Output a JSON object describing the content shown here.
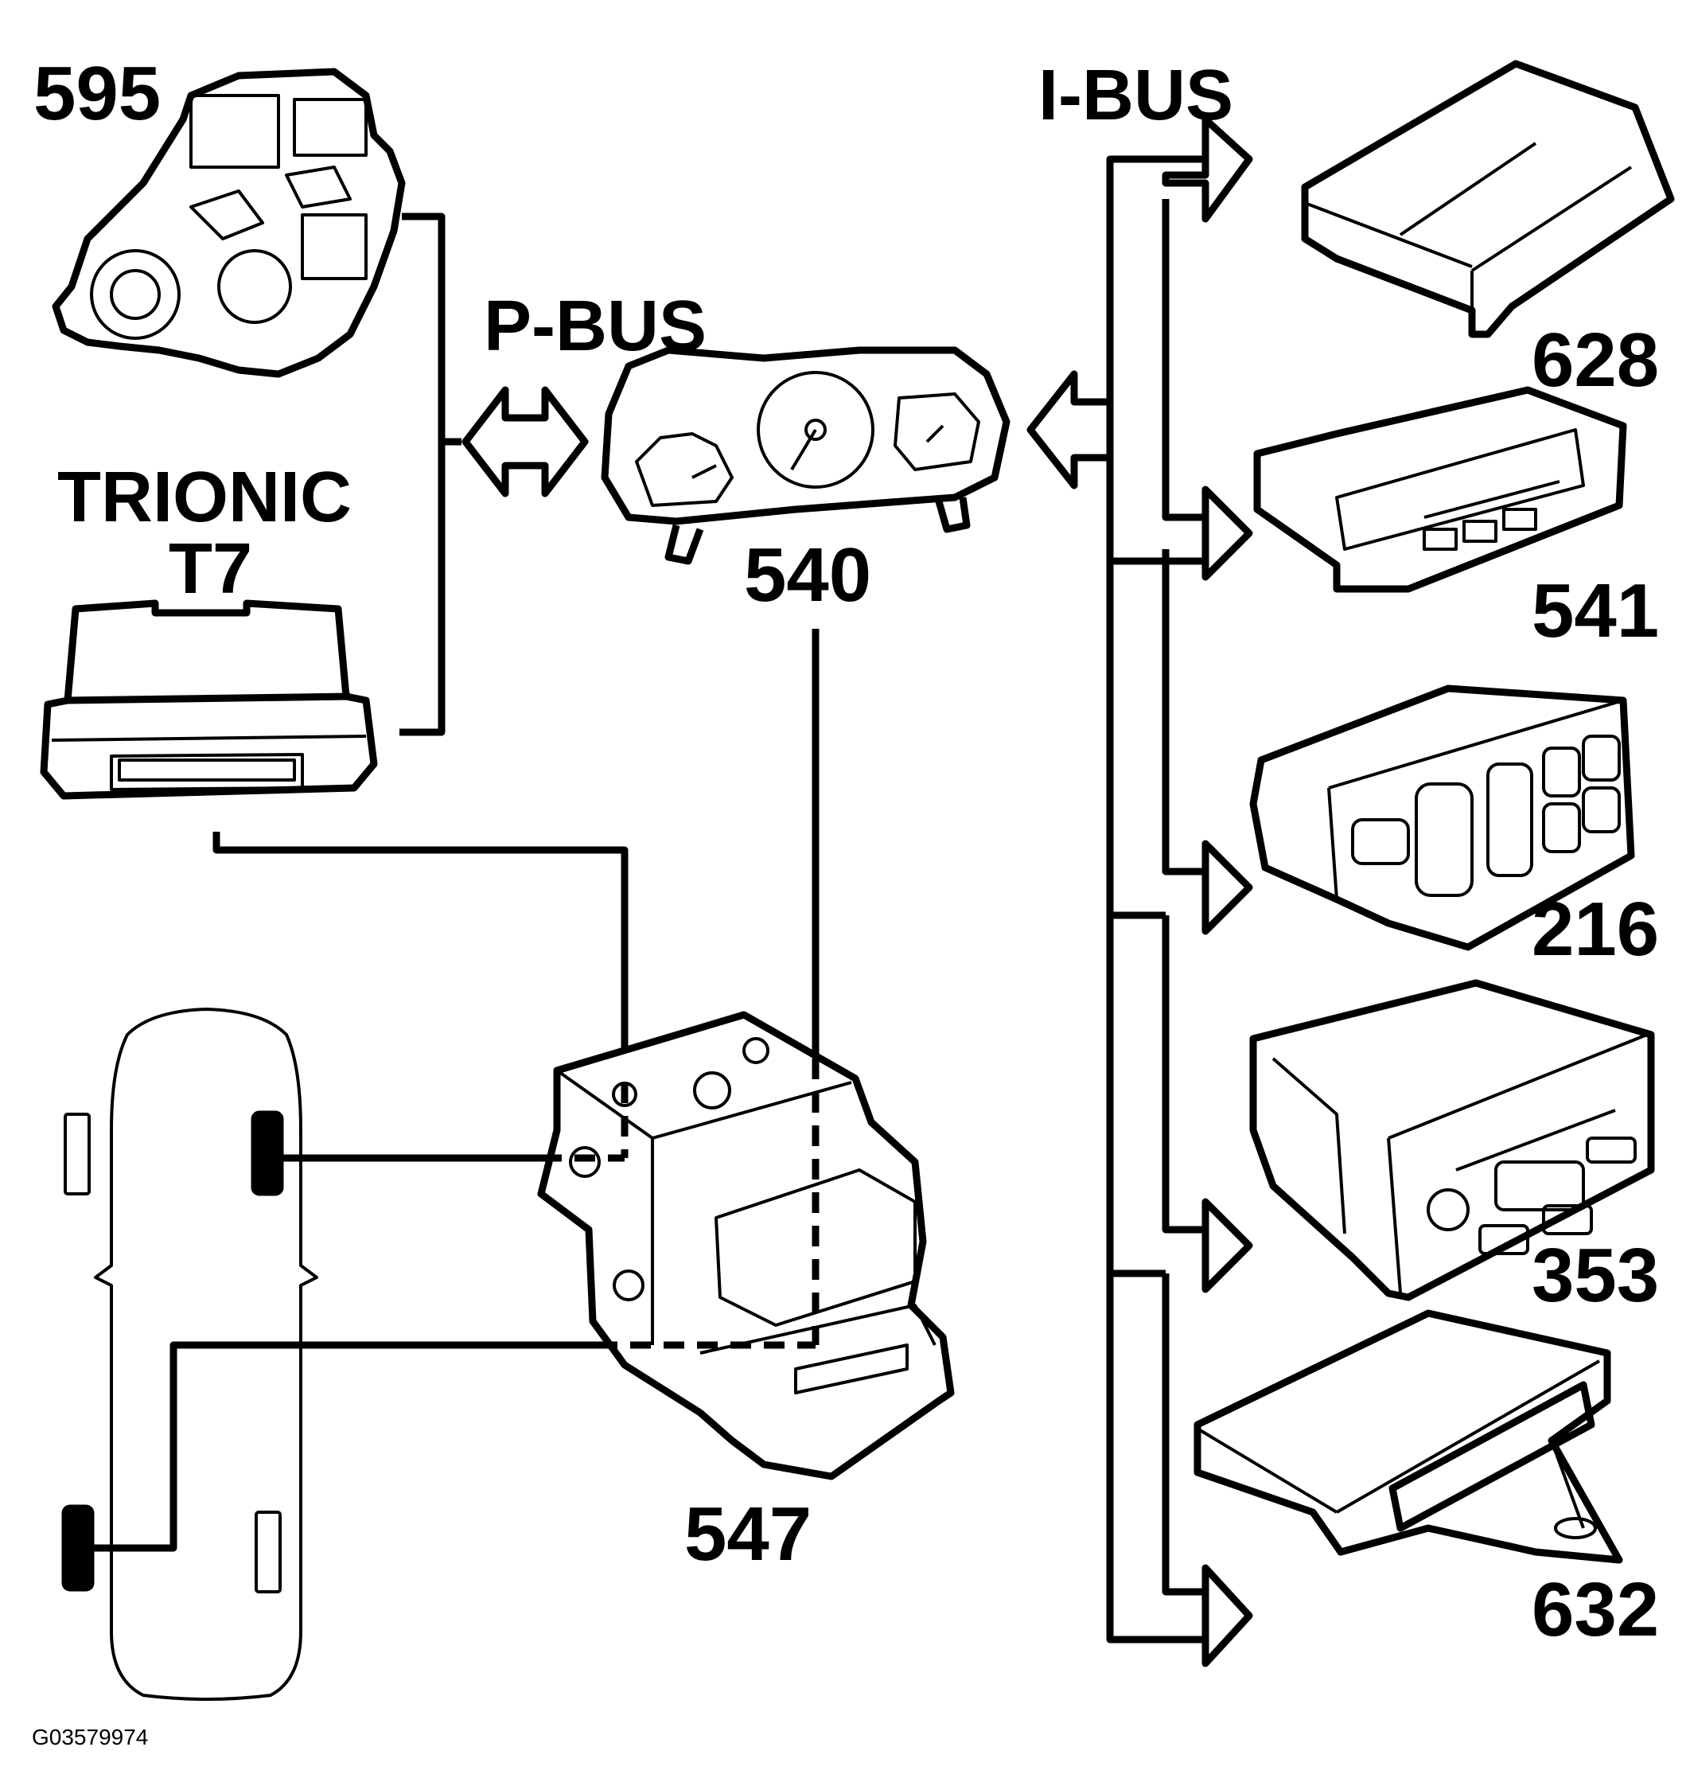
{
  "labels": {
    "id_595": "595",
    "trionic_line1": "TRIONIC",
    "trionic_line2": "T7",
    "p_bus": "P-BUS",
    "id_540": "540",
    "i_bus": "I-BUS",
    "id_628": "628",
    "id_541": "541",
    "id_216": "216",
    "id_353": "353",
    "id_632": "632",
    "id_547": "547",
    "figure_code": "G03579974"
  }
}
